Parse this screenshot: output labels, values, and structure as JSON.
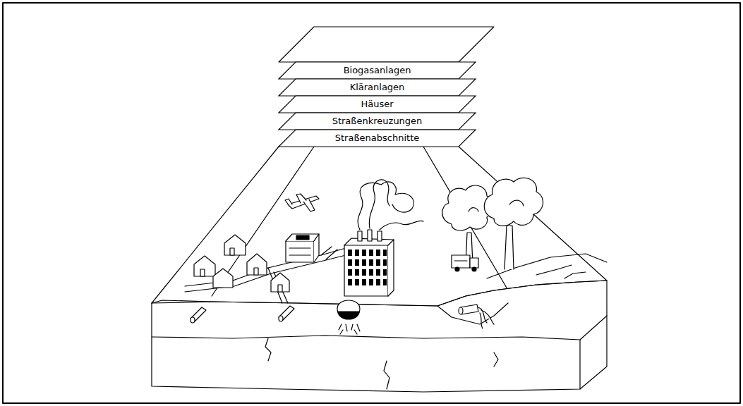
{
  "diagram": {
    "nodes": [
      {
        "text": [
          "Biogasanlagen"
        ]
      },
      {
        "text": [
          "Kläranlagen"
        ]
      },
      {
        "text": [
          "Häuser"
        ]
      },
      {
        "text": [
          "Straßenkreuzungen"
        ]
      },
      {
        "text": [
          "Straßenabschnitte"
        ]
      }
    ]
  }
}
